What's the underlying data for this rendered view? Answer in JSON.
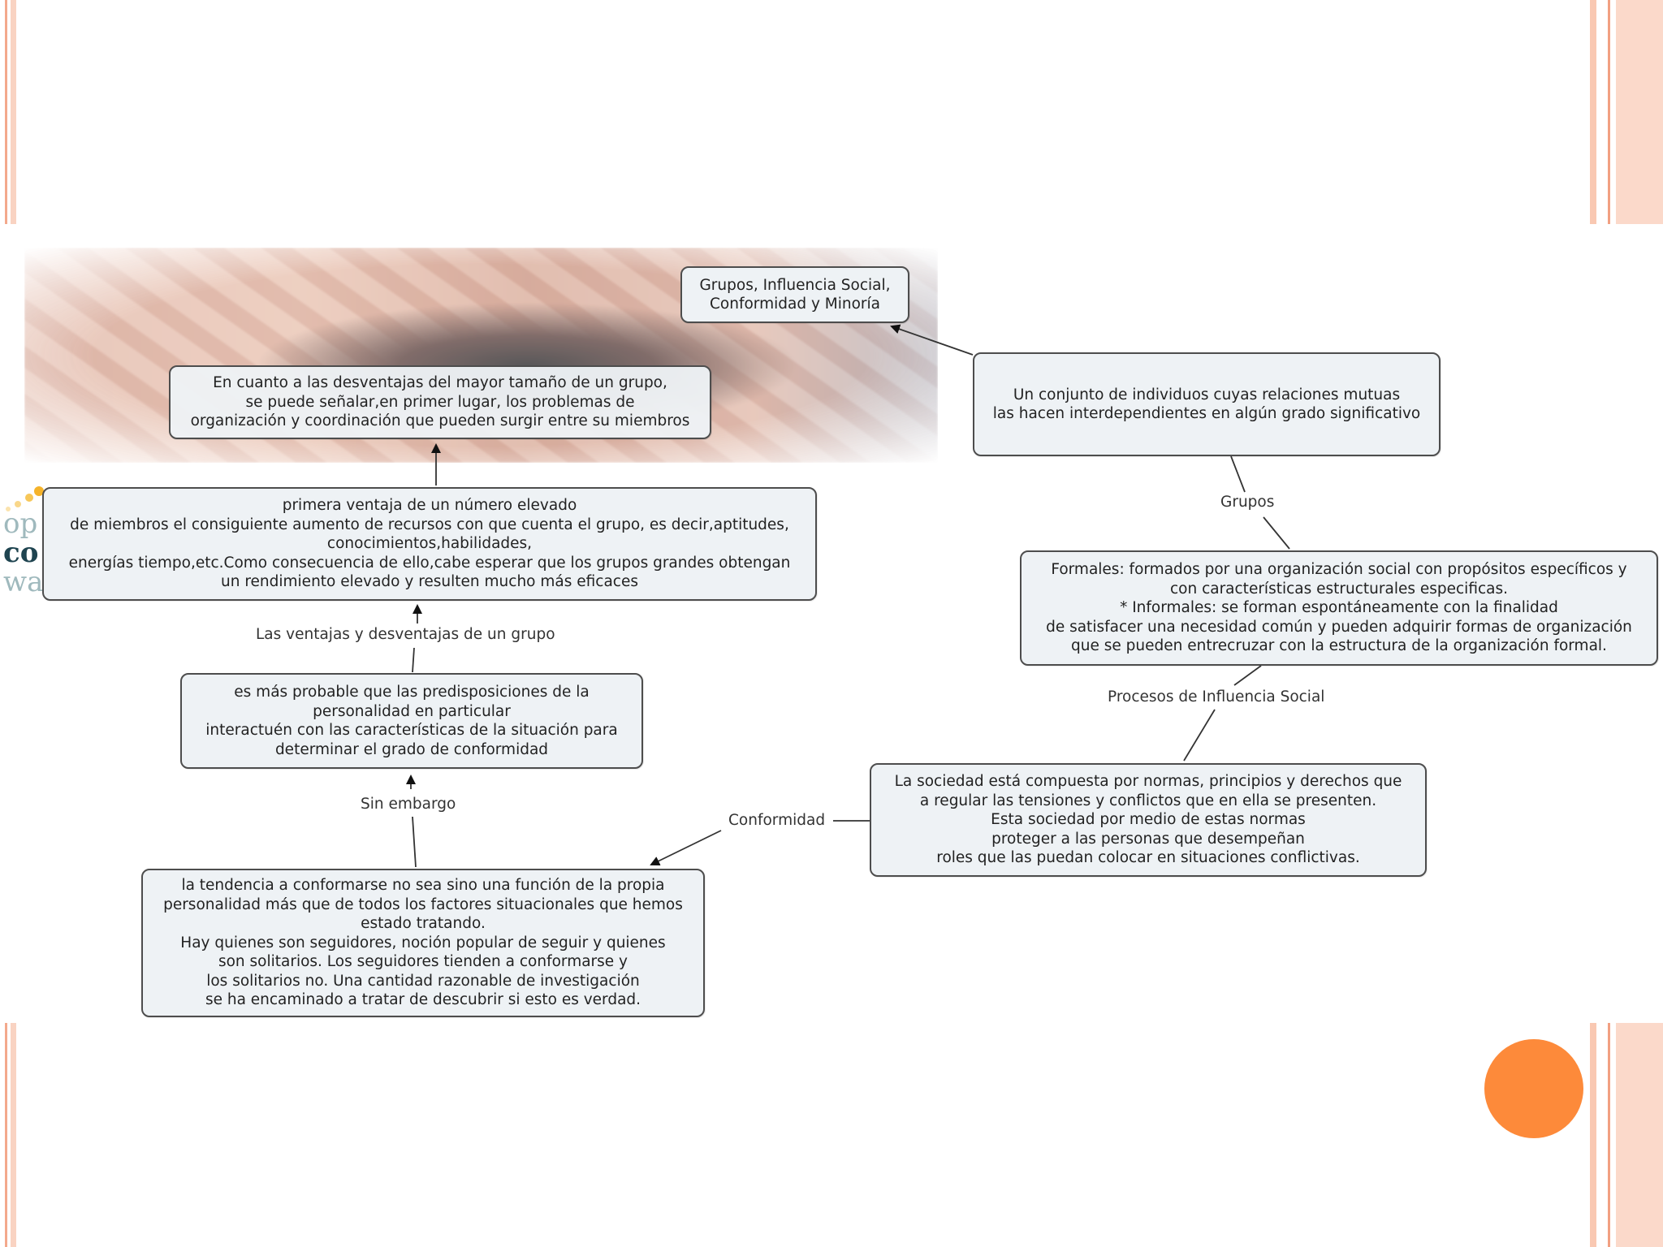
{
  "nodes": {
    "title": "Grupos, Influencia Social,\nConformidad y Minoría",
    "definition": "Un conjunto de individuos cuyas relaciones mutuas\nlas hacen interdependientes en algún grado significativo",
    "types": "Formales: formados por una organización social con propósitos específicos y\ncon características estructurales especificas.\n* Informales: se forman espontáneamente con la finalidad\nde satisfacer una necesidad común y pueden adquirir formas de organización\nque se pueden entrecruzar con la estructura de la organización formal.",
    "society": "La sociedad está compuesta por normas, principios y derechos que\na regular las tensiones y conflictos que en ella se presenten.\nEsta sociedad por medio de estas normas\nproteger a las personas que desempeñan\nroles que las puedan colocar en situaciones conflictivas.",
    "tendency": "la tendencia a conformarse no sea sino una función de la propia\npersonalidad más que de todos los factores situacionales que hemos\nestado tratando.\nHay quienes son seguidores, noción popular de seguir y quienes\nson solitarios. Los seguidores tienden a conformarse y\nlos solitarios no. Una cantidad razonable de investigación\nse ha encaminado a tratar de descubrir si esto es verdad.",
    "predisposition": "es más probable que las predisposiciones de la\npersonalidad en particular\ninteractuén con las características de la situación para\ndeterminar el grado de conformidad",
    "advantage": "primera ventaja de un número elevado\nde miembros el consiguiente aumento de recursos con que cuenta el grupo, es decir,aptitudes,\nconocimientos,habilidades,\nenergías tiempo,etc.Como consecuencia de ello,cabe esperar que los grupos grandes obtengan\nun rendimiento elevado y resulten mucho más eficaces",
    "disadvantage": "En cuanto a las desventajas del mayor tamaño de un grupo,\nse puede señalar,en primer lugar, los problemas de\norganización y coordinación que pueden surgir entre su miembros"
  },
  "labels": {
    "grupos": "Grupos",
    "procesos": "Procesos de Influencia Social",
    "conformidad": "Conformidad",
    "sin_embargo": "Sin embargo",
    "ventajas": "Las ventajas y desventajas de un grupo"
  },
  "logo_fragment": [
    "op",
    "co",
    "wa"
  ],
  "colors": {
    "accent_dot": "#fd8a3a",
    "stripe": "#f3a98c",
    "node_fill": "#eef2f5",
    "node_border": "#4d4d4d"
  }
}
